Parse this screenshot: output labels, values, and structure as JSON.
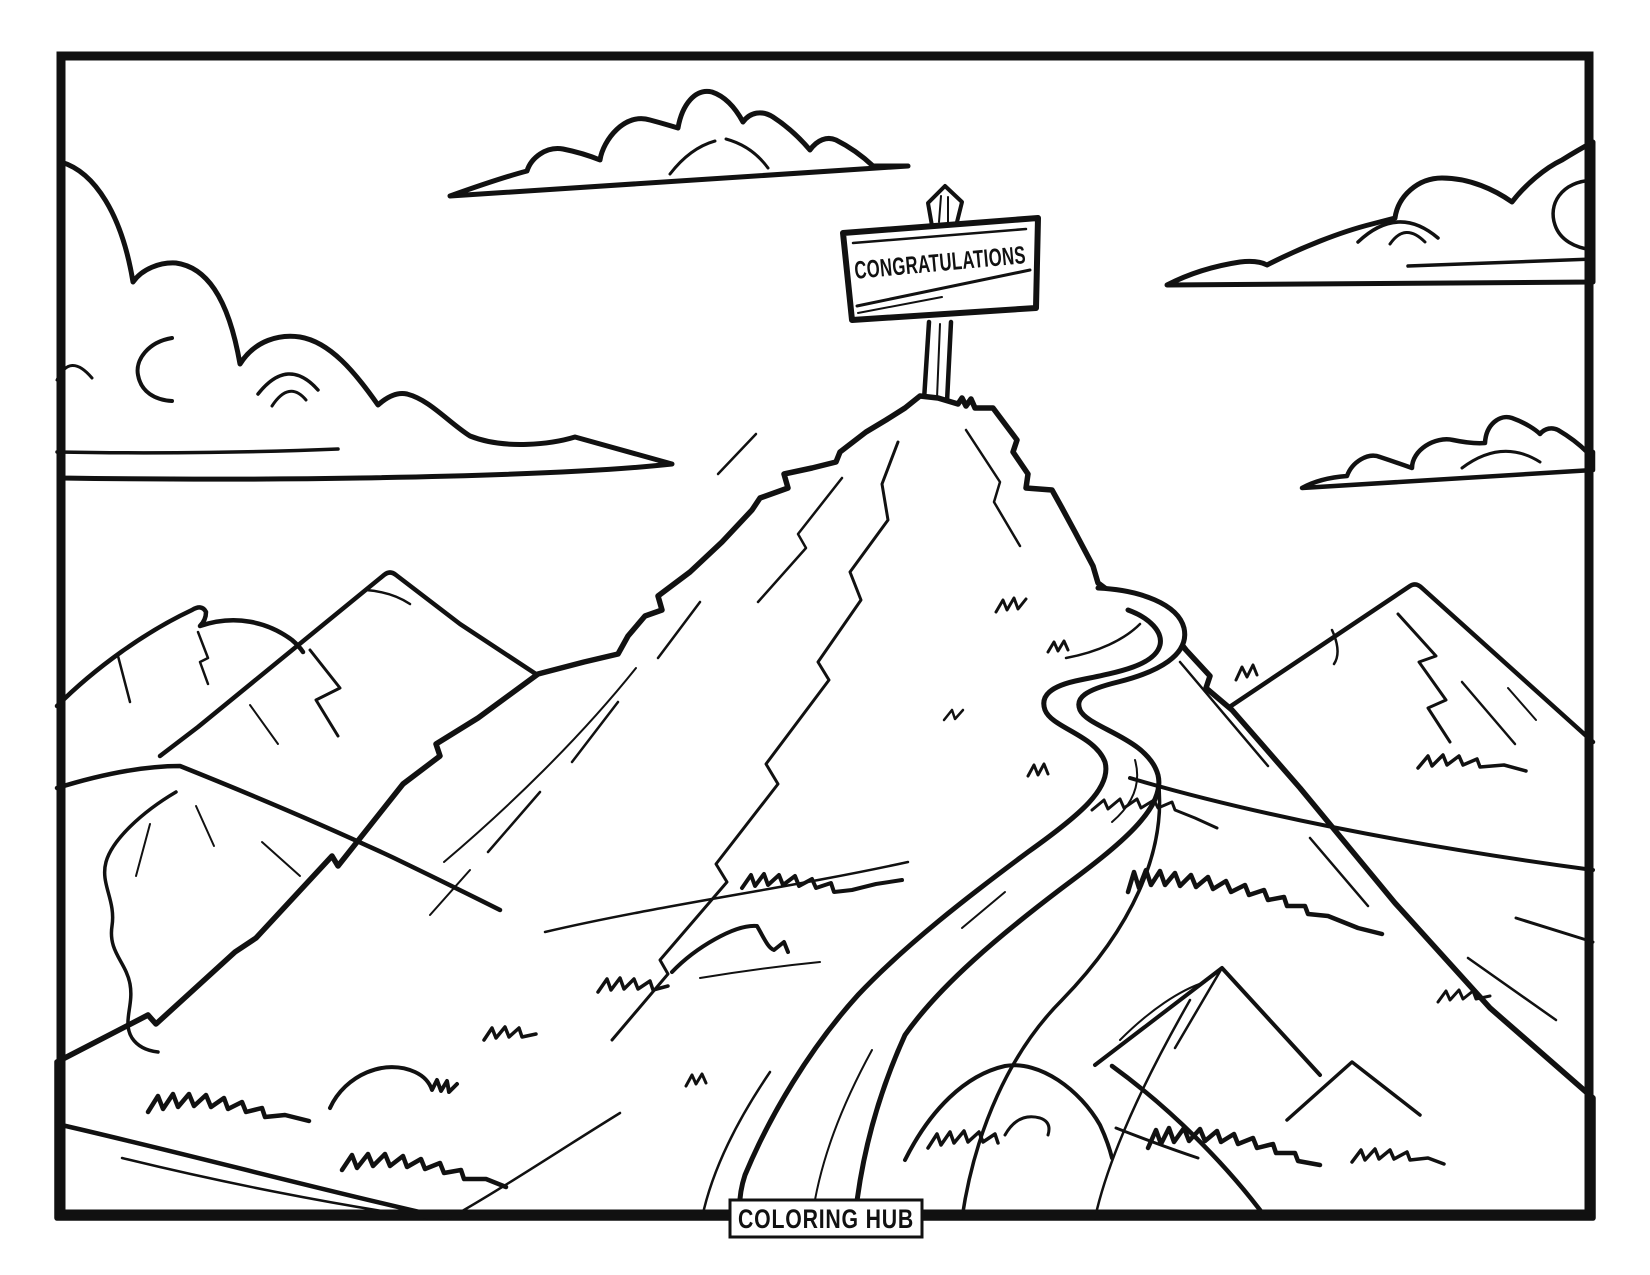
{
  "page": {
    "type": "coloring-page",
    "background_color": "#ffffff",
    "line_color": "#111111"
  },
  "sign": {
    "text": "CONGRATULATIONS"
  },
  "footer": {
    "text": "COLORING HUB"
  },
  "scene": {
    "elements": [
      "cloud-left",
      "cloud-top-center",
      "cloud-right",
      "cloud-small-right",
      "congratulations-sign",
      "signpost",
      "central-mountain",
      "winding-path",
      "left-hills",
      "right-mountain",
      "grass-tufts",
      "rock-mound",
      "page-border",
      "footer-plate"
    ]
  }
}
